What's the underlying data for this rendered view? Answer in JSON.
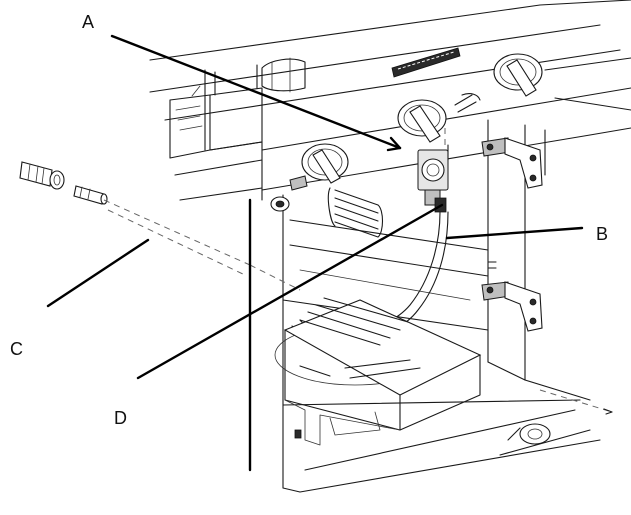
{
  "callouts": {
    "a": "A",
    "b": "B",
    "c": "C",
    "d": "D"
  },
  "colors": {
    "line": "#1a1a1a",
    "leader": "#000000",
    "background": "#ffffff",
    "fill_grey": "#bfbfbf"
  }
}
